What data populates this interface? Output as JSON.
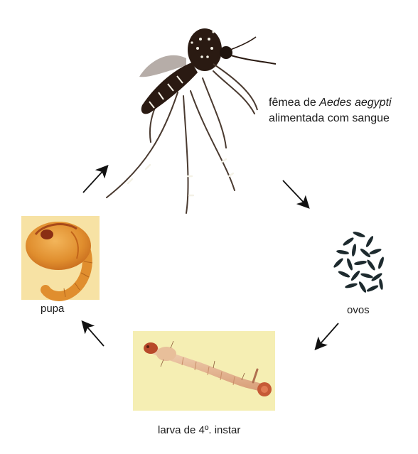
{
  "diagram": {
    "stages": {
      "female": {
        "line1_prefix": "fêmea de ",
        "line1_species": "Aedes aegypti",
        "line2": "alimentada com sangue",
        "icon": "mosquito-icon"
      },
      "eggs": {
        "label": "ovos",
        "icon": "eggs-icon"
      },
      "larva": {
        "label": "larva de 4º. instar",
        "icon": "larva-icon"
      },
      "pupa": {
        "label": "pupa",
        "icon": "pupa-icon"
      }
    },
    "colors": {
      "mosquito_body": "#2a1a12",
      "mosquito_spots": "#f4f1e6",
      "mosquito_legs": "#4a3a30",
      "eggs": "#1d2a2e",
      "larva_bg": "#f5eeb3",
      "larva_body": "#e8bf9a",
      "larva_head": "#b8492a",
      "pupa_bg": "#f7e2a4",
      "pupa_body": "#e59a3a",
      "arrow": "#111111"
    }
  }
}
